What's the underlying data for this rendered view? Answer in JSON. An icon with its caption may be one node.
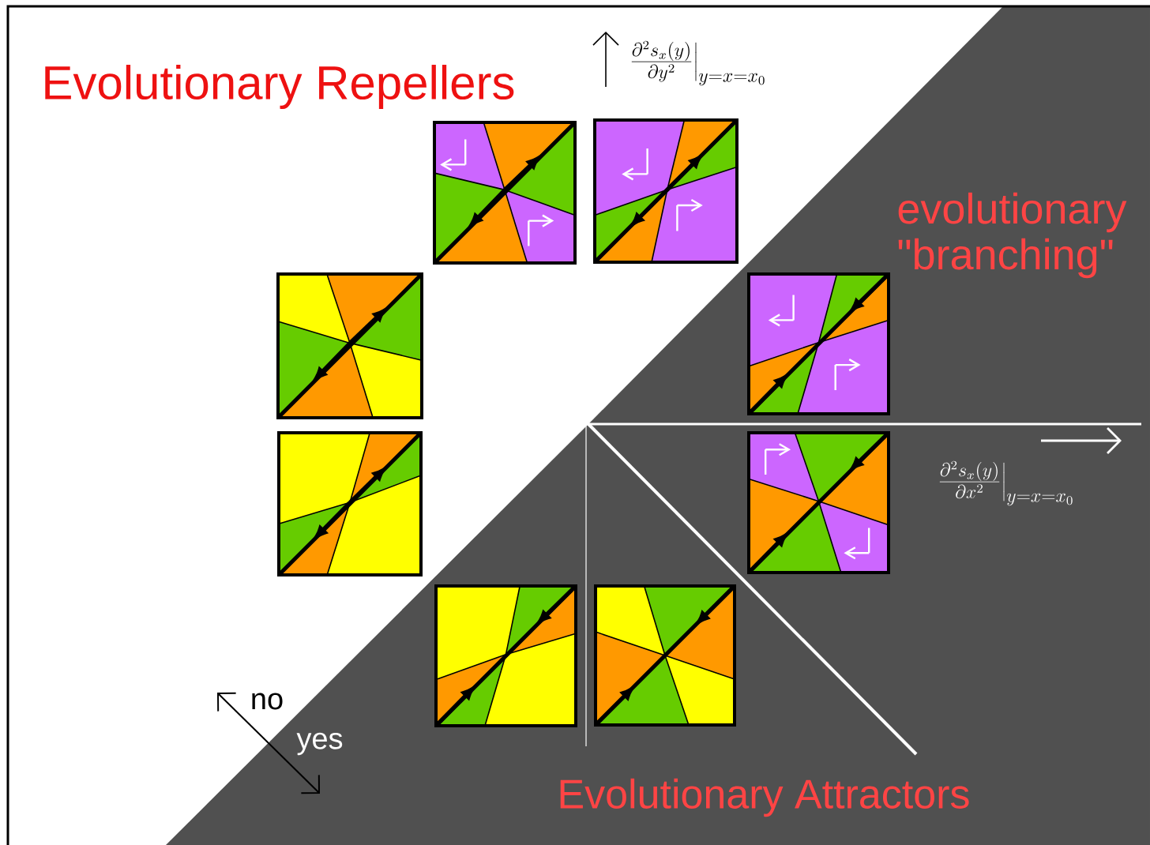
{
  "diagram": {
    "labels": [
      "Evolutionary Repellers",
      "\\frac{\\partial^2 s_x(y)}{\\partial y^2}\\bigg|_{y=x=x_0}",
      "evolutionary \"branching\"",
      "\\frac{\\partial^2 s_x(y)}{\\partial x^2}\\bigg|_{y=x=x_0}",
      "no",
      "yes",
      "Evolutionary Attractors"
    ]
  }
}
